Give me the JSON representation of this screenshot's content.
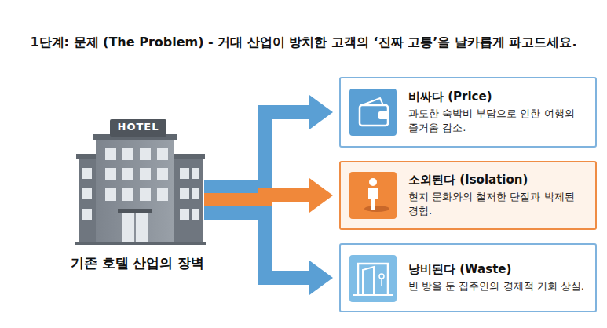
{
  "diagram": {
    "title": "1단계: 문제 (The Problem) - 거대 산업이 방치한 고객의 ‘진짜 고통’을 날카롭게 파고드세요.",
    "nodes": [
      {
        "text": [
          "HOTEL",
          "기존 호텔 산업의 장벽"
        ]
      },
      {
        "text": [
          "비싸다 (Price)",
          "과도한 숙박비 부담으로 인한 여행의 즐거움 감소."
        ]
      },
      {
        "text": [
          "소외된다 (Isolation)",
          "현지 문화와의 철저한 단절과 박제된 경험."
        ]
      },
      {
        "text": [
          "낭비된다 (Waste)",
          "빈 방을 둔 집주인의 경제적 기회 상실."
        ]
      }
    ],
    "edges": [
      {
        "from": 0,
        "to": 1,
        "arrow": "to"
      },
      {
        "from": 0,
        "to": 2,
        "arrow": "to"
      },
      {
        "from": 0,
        "to": 3,
        "arrow": "to"
      }
    ]
  }
}
